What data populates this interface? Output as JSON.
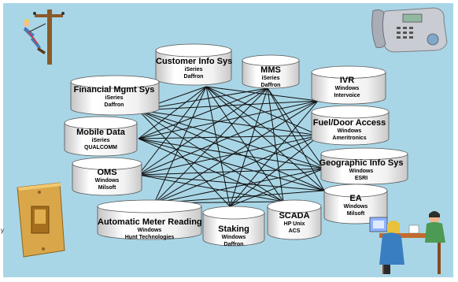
{
  "diagram": {
    "edge_mark": "y",
    "systems": [
      {
        "id": "customer-info",
        "name": "Customer Info Sys",
        "platform": "iSeries",
        "vendor": "Daffron"
      },
      {
        "id": "mms",
        "name": "MMS",
        "platform": "iSeries",
        "vendor": "Daffron"
      },
      {
        "id": "financial-mgmt",
        "name": "Financial Mgmt Sys",
        "platform": "iSeries",
        "vendor": "Daffron"
      },
      {
        "id": "ivr",
        "name": "IVR",
        "platform": "Windows",
        "vendor": "Intervoice"
      },
      {
        "id": "mobile-data",
        "name": "Mobile Data",
        "platform": "iSeries",
        "vendor": "QUALCOMM"
      },
      {
        "id": "fuel-door",
        "name": "Fuel/Door Access",
        "platform": "Windows",
        "vendor": "Ameritronics"
      },
      {
        "id": "oms",
        "name": "OMS",
        "platform": "Windows",
        "vendor": "Milsoft"
      },
      {
        "id": "geographic-info",
        "name": "Geographic Info Sys",
        "platform": "Windows",
        "vendor": "ESRI"
      },
      {
        "id": "ea",
        "name": "EA",
        "platform": "Windows",
        "vendor": "Milsoft"
      },
      {
        "id": "amr",
        "name": "Automatic Meter Reading",
        "platform": "Windows",
        "vendor": "Hunt Technologies"
      },
      {
        "id": "staking",
        "name": "Staking",
        "platform": "Windows",
        "vendor": "Daffron"
      },
      {
        "id": "scada",
        "name": "SCADA",
        "platform": "HP Unix",
        "vendor": "ACS"
      }
    ],
    "clipart": [
      "lineman-icon",
      "telephone-icon",
      "light-switch-icon",
      "office-workers-icon"
    ]
  }
}
